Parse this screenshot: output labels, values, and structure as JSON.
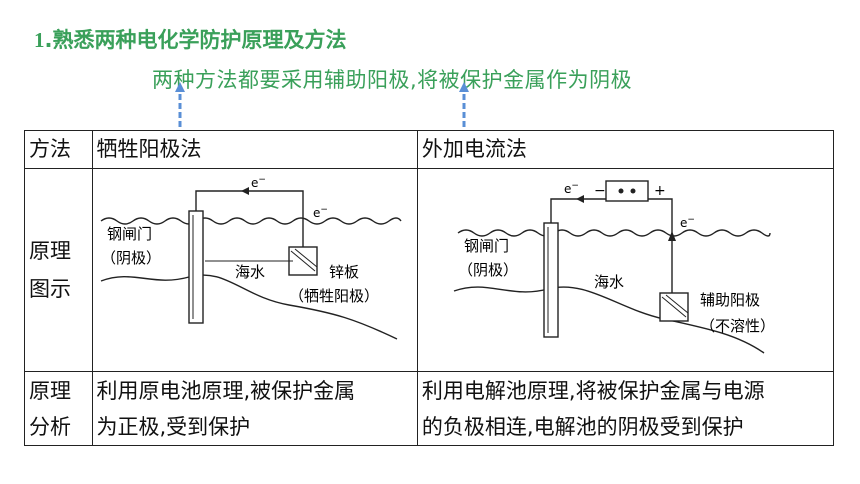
{
  "heading": {
    "number": "1",
    "text": ".熟悉两种电化学防护原理及方法"
  },
  "note": "两种方法都要采用辅助阳极,将被保护金属作为阴极",
  "table": {
    "header": {
      "col1": "方法",
      "col2": "牺牲阳极法",
      "col3": "外加电流法"
    },
    "diagram_row": {
      "label_line1": "原理",
      "label_line2": "图示",
      "left": {
        "electron_top": "e",
        "electron_right": "e",
        "sup": "−",
        "gate_label": "钢闸门",
        "gate_role": "（阴极）",
        "water": "海水",
        "plate_label": "锌板",
        "plate_role": "（牺牲阳极）"
      },
      "right": {
        "electron_top": "e",
        "sup": "−",
        "minus_sign": "−",
        "plus_sign": "+",
        "electron_right": "e",
        "gate_label": "钢闸门",
        "gate_role": "（阴极）",
        "water": "海水",
        "anode_label": "辅助阳极",
        "anode_role": "（不溶性）"
      }
    },
    "analysis_row": {
      "label_line1": "原理",
      "label_line2": "分析",
      "left_line1": "利用原电池原理,被保护金属",
      "left_line2": "为正极,受到保护",
      "right_line1": "利用电解池原理,将被保护金属与电源",
      "right_line2": "的负极相连,电解池的阴极受到保护"
    }
  },
  "colors": {
    "heading_green": "#3aa05a",
    "arrow_blue": "#5a8fd6",
    "border": "#222222"
  }
}
